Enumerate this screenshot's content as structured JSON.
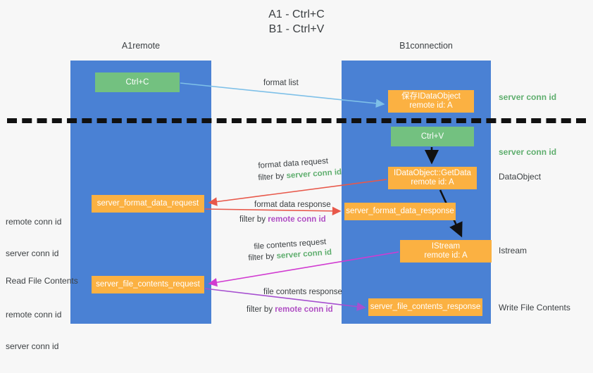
{
  "title": "A1 - Ctrl+C\nB1 - Ctrl+V",
  "colors": {
    "lane": "#4a81d4",
    "orange": "#fbb142",
    "green": "#73c180",
    "server_conn_green": "#5fae6e",
    "remote_conn_purple": "#b04fc4",
    "background": "#f7f7f7",
    "arrow_lightblue": "#7ec0e8",
    "arrow_red": "#e8584a",
    "arrow_magenta": "#d13bd1",
    "arrow_purple": "#a64fd0",
    "arrow_black": "#111111"
  },
  "lanes": [
    {
      "id": "a1",
      "title": "A1",
      "subtitle": "remote"
    },
    {
      "id": "b1",
      "title": "B1",
      "subtitle": "connection"
    }
  ],
  "nodes": {
    "ctrl_c": {
      "label": "Ctrl+C"
    },
    "save_idataobject": {
      "line1": "保存IDataObject",
      "line2": "remote id: A"
    },
    "ctrl_v": {
      "label": "Ctrl+V"
    },
    "getdata": {
      "line1": "IDataObject::GetData",
      "line2": "remote id: A"
    },
    "istream": {
      "line1": "IStream",
      "line2": "remote id: A"
    },
    "server_format_data_request": {
      "label": "server_format_data_request"
    },
    "server_format_data_response": {
      "label": "server_format_data_response"
    },
    "server_file_contents_request": {
      "label": "server_file_contents_request"
    },
    "server_file_contents_response": {
      "label": "server_file_contents_response"
    }
  },
  "right_annotations": {
    "server_conn_id_1": "server conn id",
    "server_conn_id_2": "server conn id",
    "dataobject": "DataObject",
    "istream": "Istream",
    "write_file_contents": "Write File Contents"
  },
  "left_annotations": {
    "remote_conn_id_1": "remote conn id",
    "server_conn_id_1": "server conn id",
    "read_file_contents": "Read File Contents",
    "remote_conn_id_2": "remote conn id",
    "server_conn_id_2": "server conn id"
  },
  "edge_labels": {
    "format_list": "format list",
    "format_data_request": "format data request",
    "format_data_request_filter_prefix": "filter by ",
    "format_data_request_filter_value": "server conn id",
    "format_data_response": "format data response",
    "format_data_response_filter_prefix": "filter by ",
    "format_data_response_filter_value": "remote conn id",
    "file_contents_request": "file contents request",
    "file_contents_request_filter_prefix": "filter by ",
    "file_contents_request_filter_value": "server conn id",
    "file_contents_response": "file contents response",
    "file_contents_response_filter_prefix": "filter by ",
    "file_contents_response_filter_value": "remote conn id"
  }
}
